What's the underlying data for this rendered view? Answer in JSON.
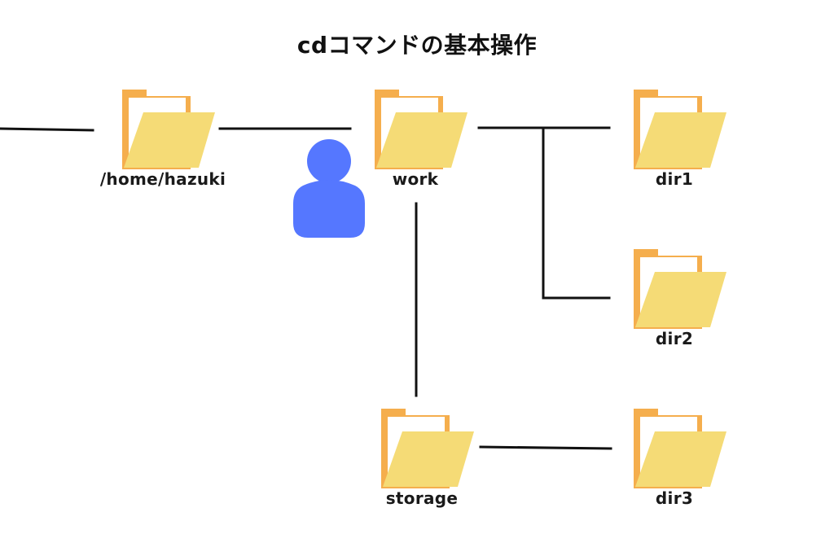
{
  "title": "cdコマンドの基本操作",
  "folders": {
    "home": {
      "label": "/home/hazuki"
    },
    "work": {
      "label": "work"
    },
    "dir1": {
      "label": "dir1"
    },
    "dir2": {
      "label": "dir2"
    },
    "dir3": {
      "label": "dir3"
    },
    "storage": {
      "label": "storage"
    }
  },
  "user_marker": {
    "icon": "user-icon",
    "location": "work"
  },
  "colors": {
    "folder_back": "#F5AE4D",
    "folder_paper": "#FFFFFF",
    "folder_front": "#F5DB76",
    "user": "#5577FF",
    "lines": "#111111"
  }
}
